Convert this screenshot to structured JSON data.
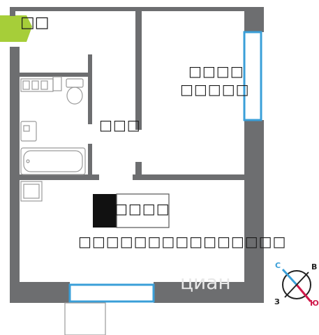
{
  "labels": {
    "entrance": "□□",
    "room": [
      "□□□□",
      "□□□□□"
    ],
    "corridor": "□□□",
    "kitchen": "□□□□",
    "living": "□□□□□□□□□□□□□□□"
  },
  "compass": {
    "north": "С",
    "east": "В",
    "south": "Ю",
    "west": "З"
  },
  "watermark": "циан",
  "colors": {
    "wall": "#6d6e70",
    "window": "#3a9fd8",
    "entrance": "#a6ce39",
    "north": "#3a9fd8",
    "south": "#d0194b",
    "fixture": "#9a9a9a"
  }
}
